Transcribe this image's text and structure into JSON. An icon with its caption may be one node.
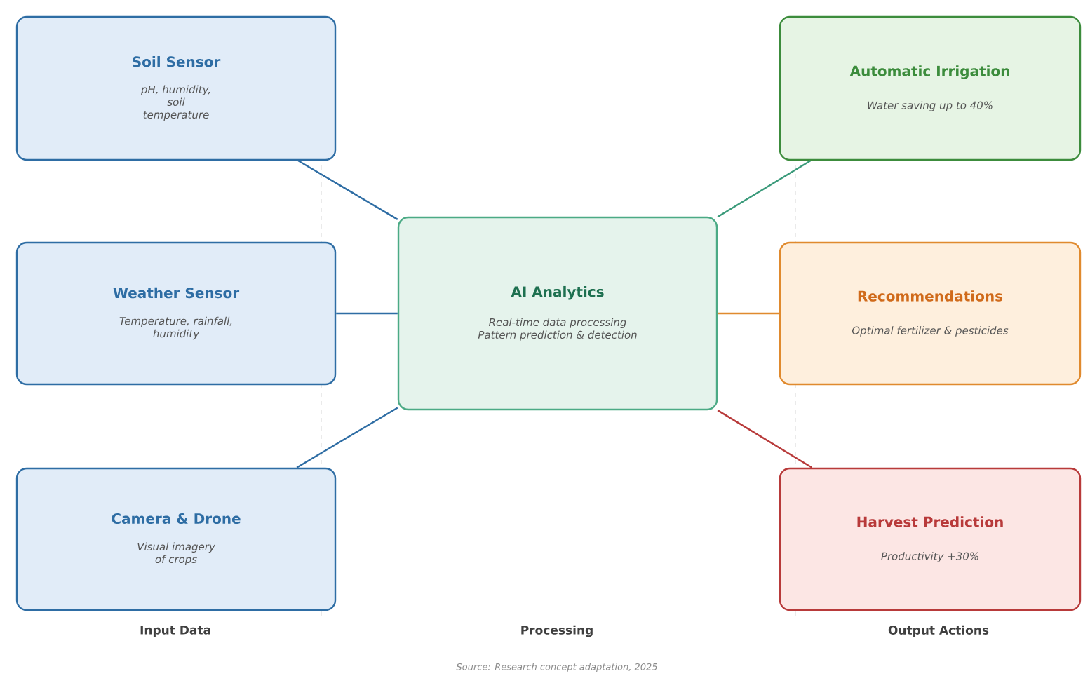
{
  "diagram": {
    "caption": "Source: Research concept adaptation, 2025",
    "nodes": [
      {
        "text": [
          "Soil Sensor",
          "pH, humidity, soil temperature"
        ]
      },
      {
        "text": [
          "Weather Sensor",
          "Temperature, rainfall, humidity"
        ]
      },
      {
        "text": [
          "Camera & Drone",
          "Visual imagery of crops"
        ]
      },
      {
        "text": [
          "AI Analytics",
          "Real-time data processing Pattern prediction & detection"
        ]
      },
      {
        "text": [
          "Automatic Irrigation",
          "Water saving up to 40%"
        ]
      },
      {
        "text": [
          "Recommendations",
          "Optimal fertilizer & pesticides"
        ]
      },
      {
        "text": [
          "Harvest Prediction",
          "Productivity +30%"
        ]
      }
    ],
    "edges": [
      {
        "from": 0,
        "to": 3,
        "arrow": "none"
      },
      {
        "from": 1,
        "to": 3,
        "arrow": "none"
      },
      {
        "from": 2,
        "to": 3,
        "arrow": "none"
      },
      {
        "from": 3,
        "to": 4,
        "arrow": "none",
        "color": "#3a9a7a"
      },
      {
        "from": 3,
        "to": 5,
        "arrow": "none",
        "color": "#e08a2e"
      },
      {
        "from": 3,
        "to": 6,
        "arrow": "none",
        "color": "#b83a3a"
      }
    ],
    "labels": [
      "Input Data",
      "Processing",
      "Output Actions"
    ]
  }
}
